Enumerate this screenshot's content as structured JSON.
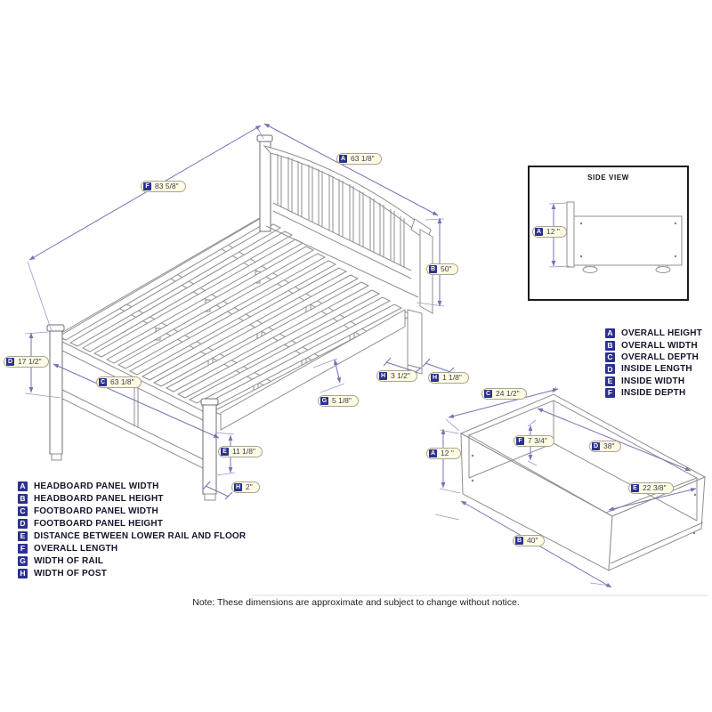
{
  "bed": {
    "dims": [
      {
        "letter": "A",
        "value": "63 1/8\""
      },
      {
        "letter": "F",
        "value": "83 5/8\""
      },
      {
        "letter": "B",
        "value": "50\""
      },
      {
        "letter": "D",
        "value": "17 1/2\""
      },
      {
        "letter": "C",
        "value": "63 1/8\""
      },
      {
        "letter": "G",
        "value": "5 1/8\""
      },
      {
        "letter": "H",
        "value": "3 1/2\""
      },
      {
        "letter": "H",
        "value": "1 1/8\""
      },
      {
        "letter": "E",
        "value": "11 1/8\""
      },
      {
        "letter": "H",
        "value": "2\""
      }
    ]
  },
  "side_view": {
    "title": "SIDE VIEW",
    "dim": {
      "letter": "A",
      "value": "12 \""
    }
  },
  "drawer": {
    "dims": [
      {
        "letter": "C",
        "value": "24 1/2\""
      },
      {
        "letter": "A",
        "value": "12 \""
      },
      {
        "letter": "F",
        "value": "7 3/4\""
      },
      {
        "letter": "D",
        "value": "38\""
      },
      {
        "letter": "E",
        "value": "22 3/8\""
      },
      {
        "letter": "B",
        "value": "40\""
      }
    ]
  },
  "legend_bed": {
    "items": [
      {
        "letter": "A",
        "label": "HEADBOARD PANEL WIDTH"
      },
      {
        "letter": "B",
        "label": "HEADBOARD PANEL HEIGHT"
      },
      {
        "letter": "C",
        "label": "FOOTBOARD PANEL WIDTH"
      },
      {
        "letter": "D",
        "label": "FOOTBOARD PANEL HEIGHT"
      },
      {
        "letter": "E",
        "label": "DISTANCE BETWEEN LOWER RAIL AND FLOOR"
      },
      {
        "letter": "F",
        "label": "OVERALL LENGTH"
      },
      {
        "letter": "G",
        "label": "WIDTH OF RAIL"
      },
      {
        "letter": "H",
        "label": "WIDTH OF POST"
      }
    ]
  },
  "legend_drawer": {
    "items": [
      {
        "letter": "A",
        "label": "OVERALL HEIGHT"
      },
      {
        "letter": "B",
        "label": "OVERALL WIDTH"
      },
      {
        "letter": "C",
        "label": "OVERALL DEPTH"
      },
      {
        "letter": "D",
        "label": "INSIDE LENGTH"
      },
      {
        "letter": "E",
        "label": "INSIDE WIDTH"
      },
      {
        "letter": "F",
        "label": "INSIDE DEPTH"
      }
    ]
  },
  "note": "Note:  These dimensions are approximate and subject to change without notice.",
  "colors": {
    "chip_navy": "#2b3190",
    "badge_bg": "#fffce3",
    "dim_line": "#7373b6",
    "drawing_line": "#8f8f8f"
  }
}
